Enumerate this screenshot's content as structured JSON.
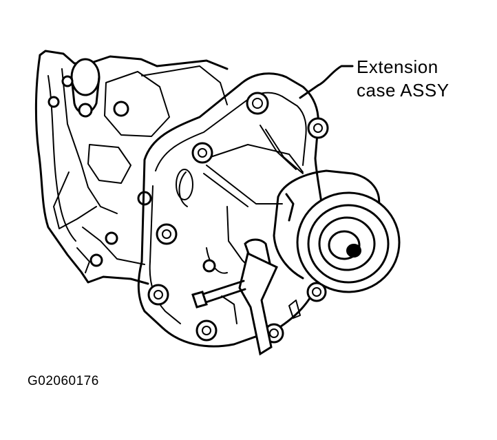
{
  "callout": {
    "line1": "Extension",
    "line2": "case ASSY"
  },
  "figure_code": "G02060176",
  "colors": {
    "ink": "#000000",
    "paper": "#ffffff"
  }
}
